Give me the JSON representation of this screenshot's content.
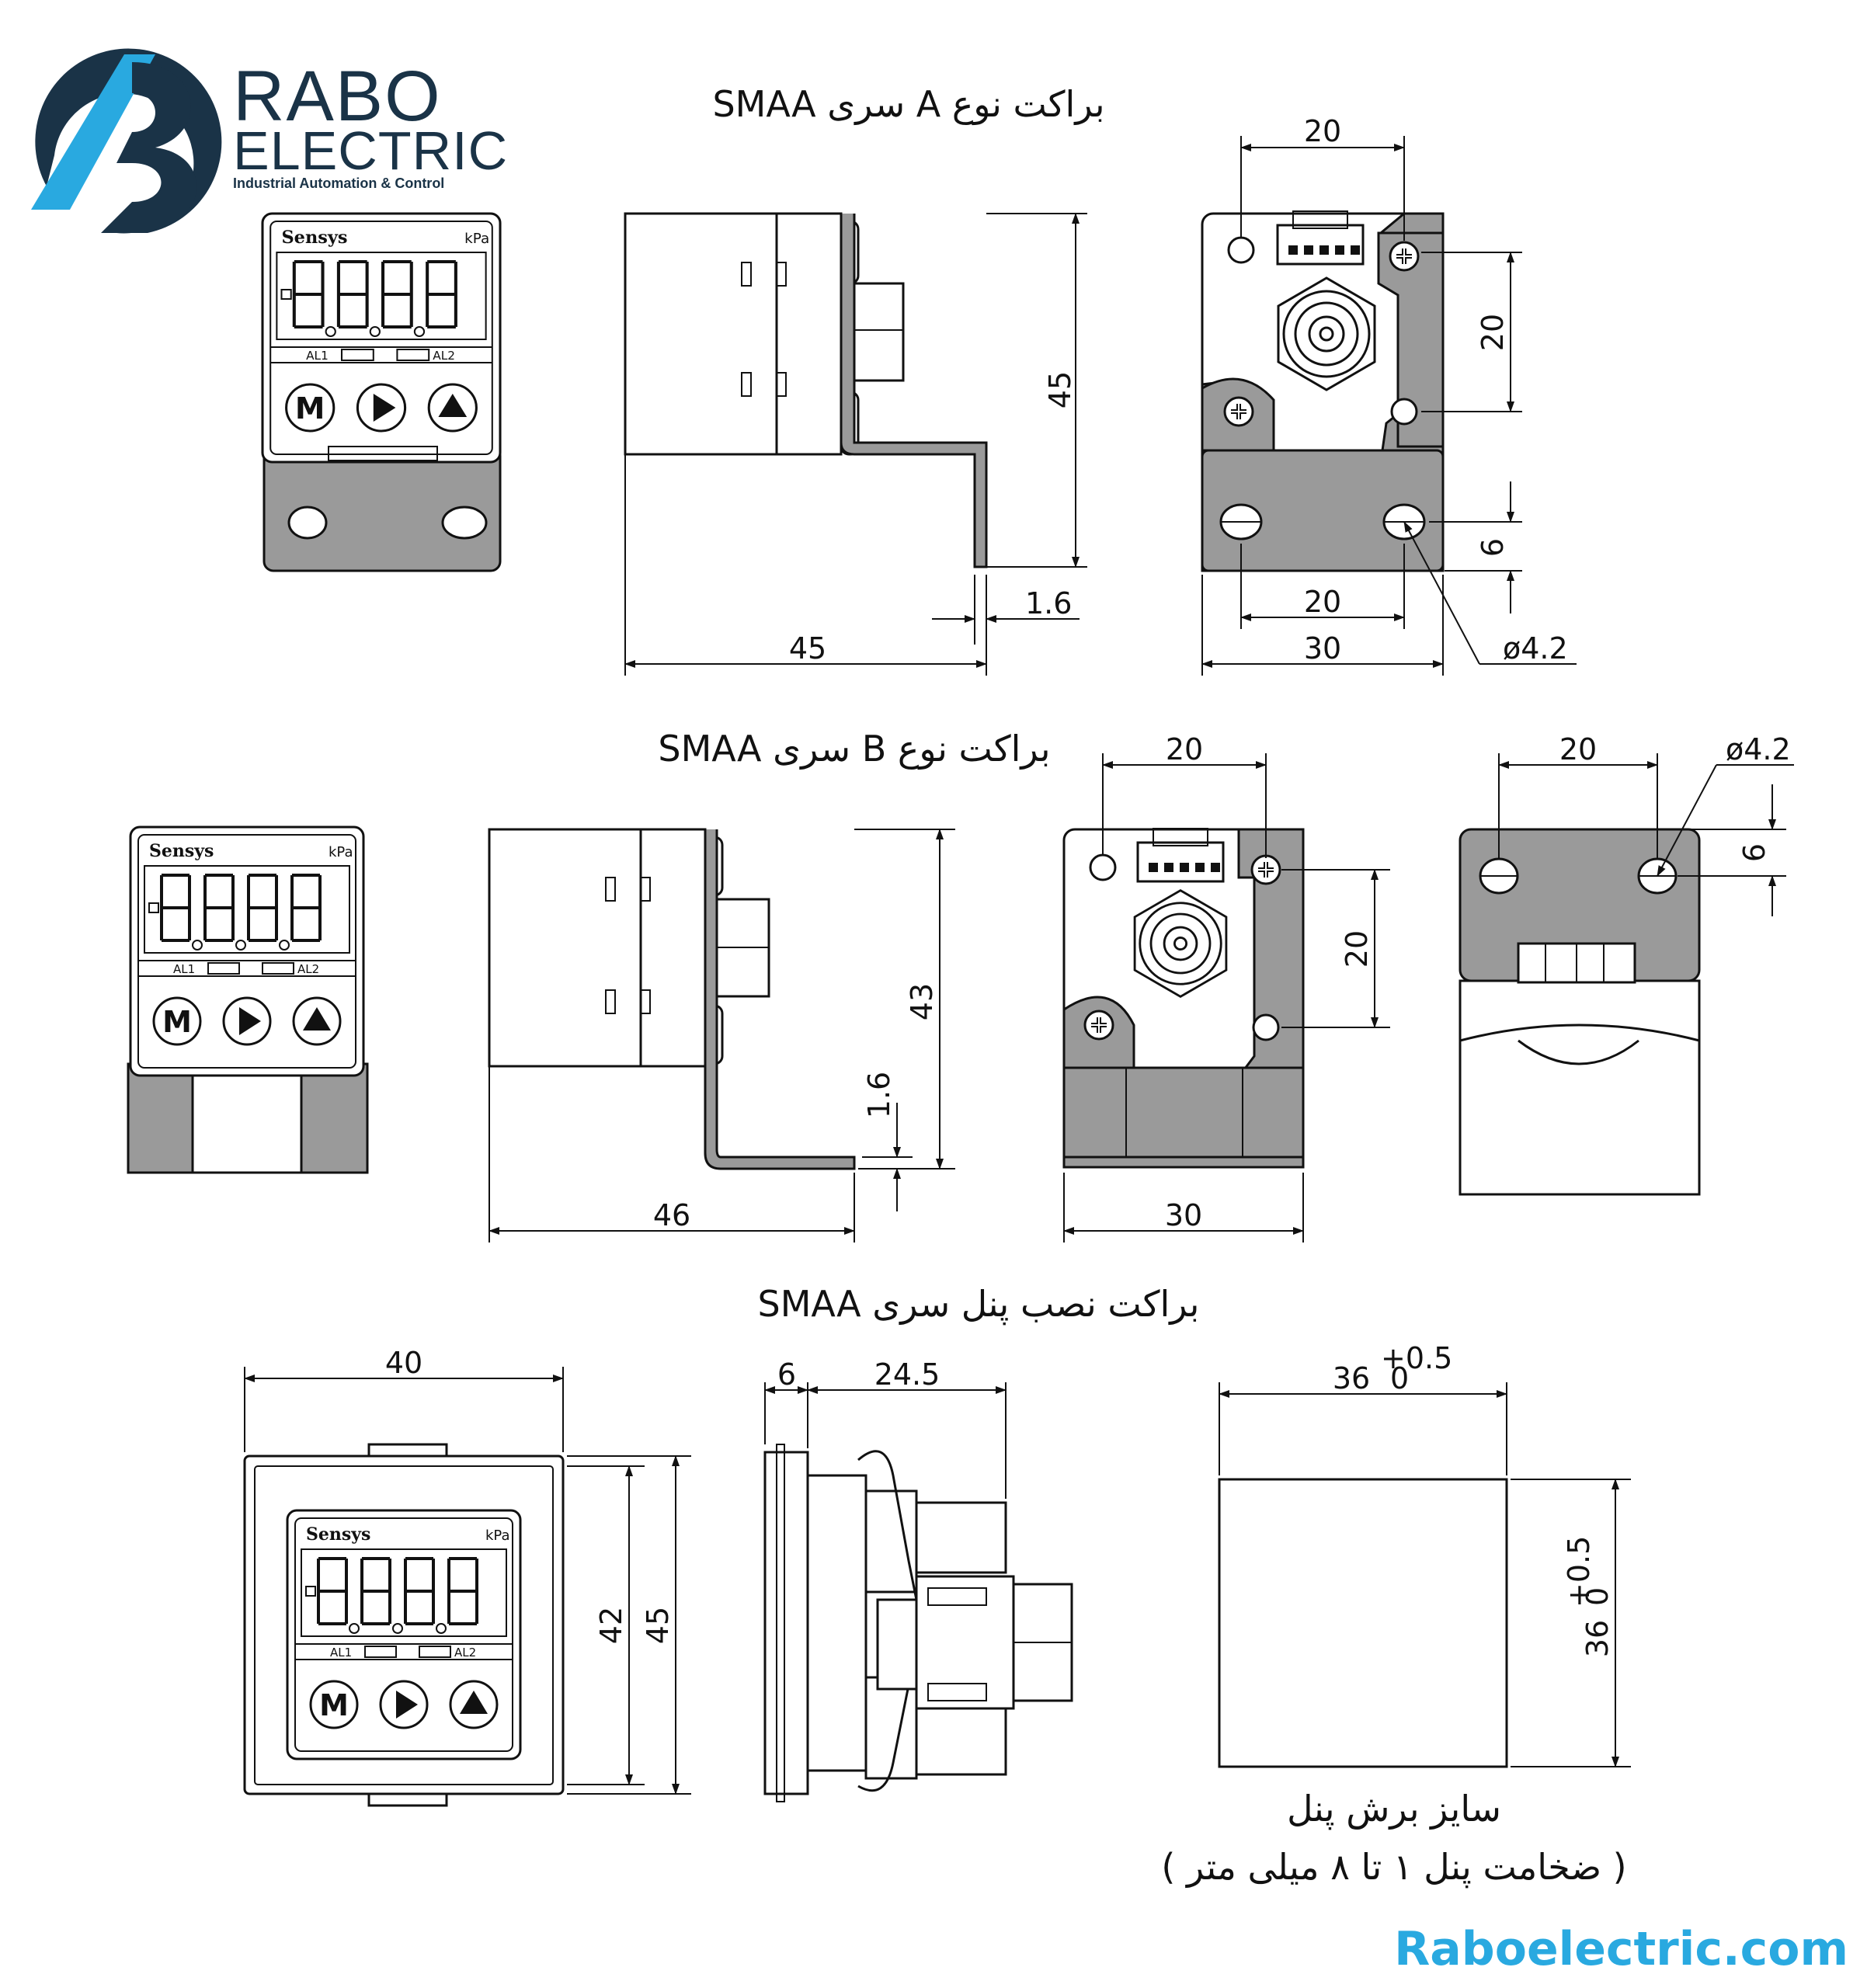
{
  "brand": {
    "name_top": "RABO",
    "name_bottom": "ELECTRIC",
    "tagline": "Industrial Automation & Control",
    "logo_letter": "B",
    "website": "Raboelectric.com",
    "colors": {
      "primary": "#1a3347",
      "accent": "#29a9e0"
    }
  },
  "device": {
    "maker": "Sensys",
    "unit": "kPa",
    "alarm1": "AL1",
    "alarm2": "AL2",
    "key_mode": "M"
  },
  "section_a": {
    "title": "براکت نوع A سری SMAA",
    "side": {
      "height": "45",
      "width": "45",
      "thickness": "1.6"
    },
    "back": {
      "top": "20",
      "right": "20",
      "hole_v": "6",
      "hole_span": "20",
      "width": "30",
      "hole_dia": "ø4.2"
    }
  },
  "section_b": {
    "title": "براکت نوع B سری SMAA",
    "side": {
      "height": "43",
      "width": "46",
      "thickness": "1.6"
    },
    "back": {
      "top": "20",
      "right": "20",
      "width": "30"
    },
    "bracket": {
      "span": "20",
      "hole_dia": "ø4.2",
      "hole_v": "6"
    }
  },
  "section_panel": {
    "title": "براکت نصب پنل سری SMAA",
    "front": {
      "width": "40",
      "inner_height": "42",
      "height": "45"
    },
    "side": {
      "front_depth": "6",
      "depth": "24.5"
    },
    "cutout": {
      "value": "36",
      "tol_upper": "+0.5",
      "tol_lower": "0",
      "label": "سایز برش پنل",
      "thickness_note": "( ضخامت پنل ۱ تا ۸ میلی متر )"
    }
  }
}
